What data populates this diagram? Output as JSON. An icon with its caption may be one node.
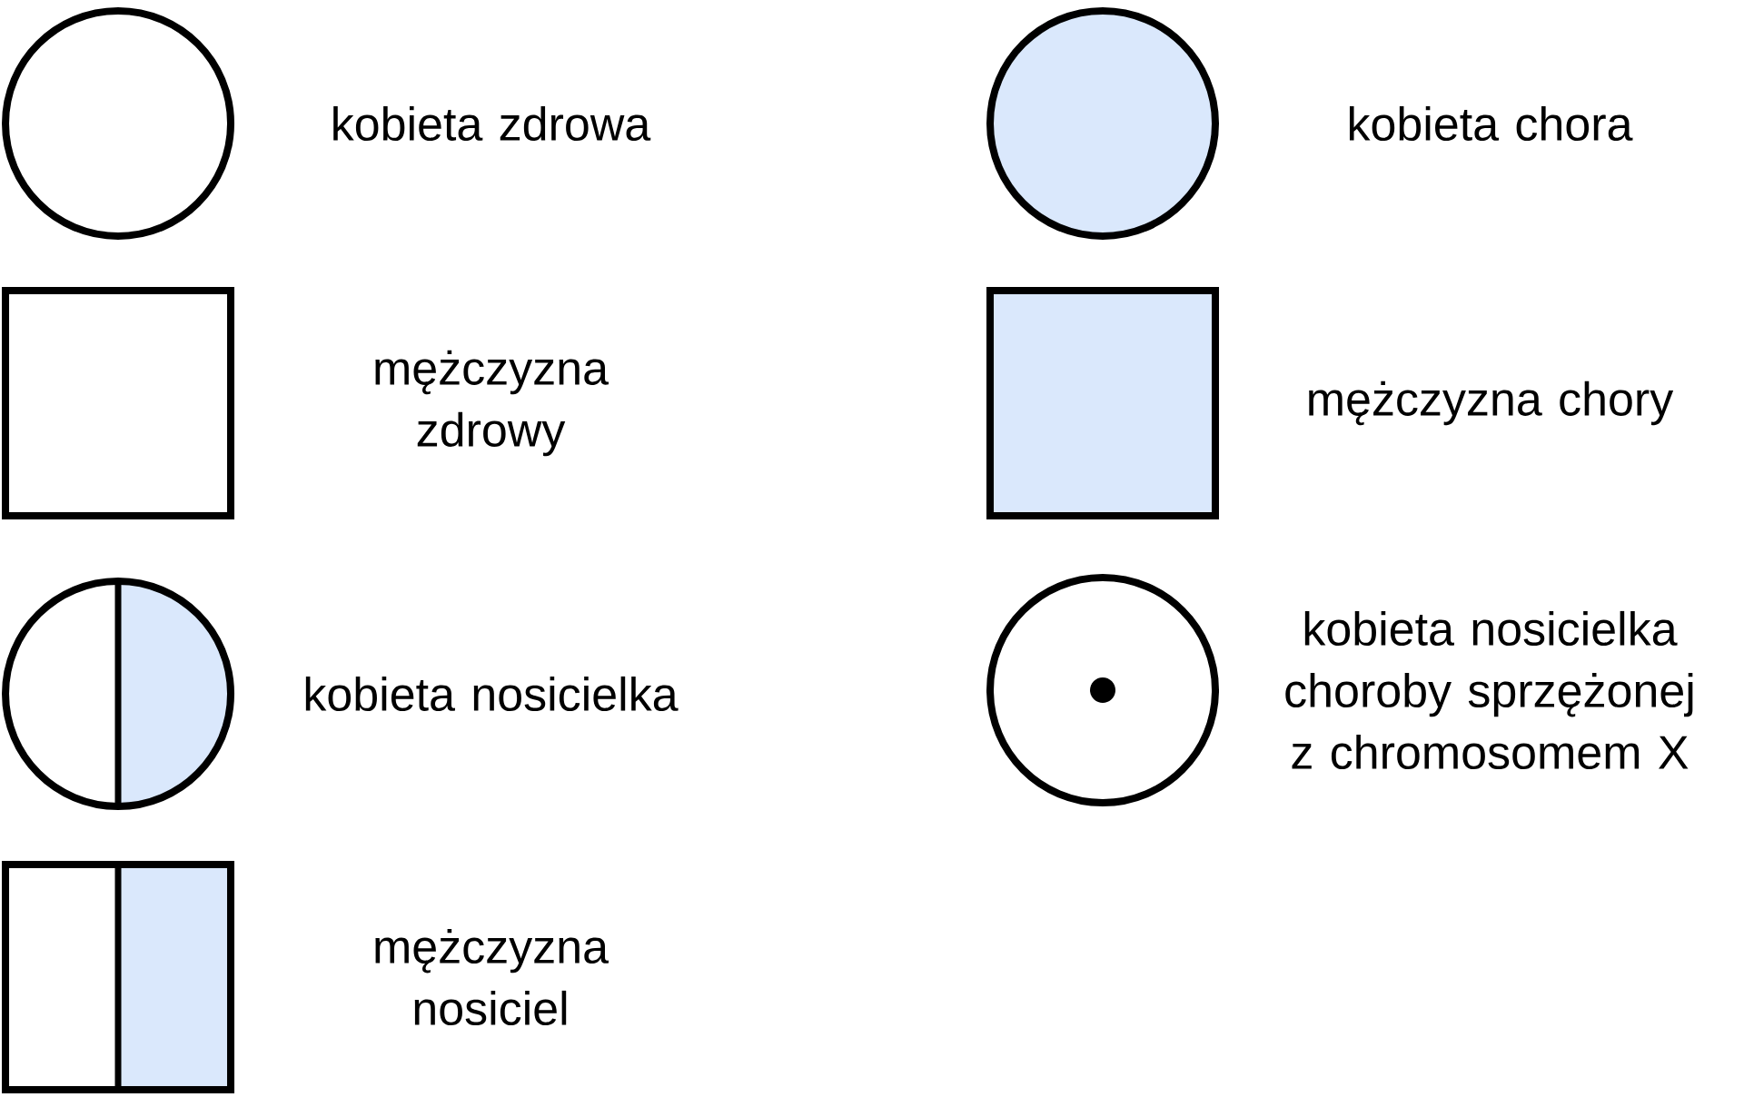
{
  "diagram": {
    "nodes": [
      {
        "text": [],
        "shape": "circle",
        "beside": [
          "kobieta zdrowa"
        ]
      },
      {
        "text": [],
        "shape": "circle",
        "beside": [
          "kobieta chora"
        ]
      },
      {
        "text": [],
        "shape": "box",
        "beside": [
          "mężczyzna zdrowy"
        ]
      },
      {
        "text": [],
        "shape": "box",
        "beside": [
          "mężczyzna chory"
        ]
      },
      {
        "text": [],
        "shape": "circle",
        "beside": [
          "kobieta nosicielka"
        ]
      },
      {
        "text": [],
        "shape": "circle",
        "beside": [
          "kobieta nosicielka choroby sprzężonej z chromosomem X"
        ]
      },
      {
        "text": [],
        "shape": "box",
        "beside": [
          "mężczyzna nosiciel"
        ]
      }
    ]
  }
}
